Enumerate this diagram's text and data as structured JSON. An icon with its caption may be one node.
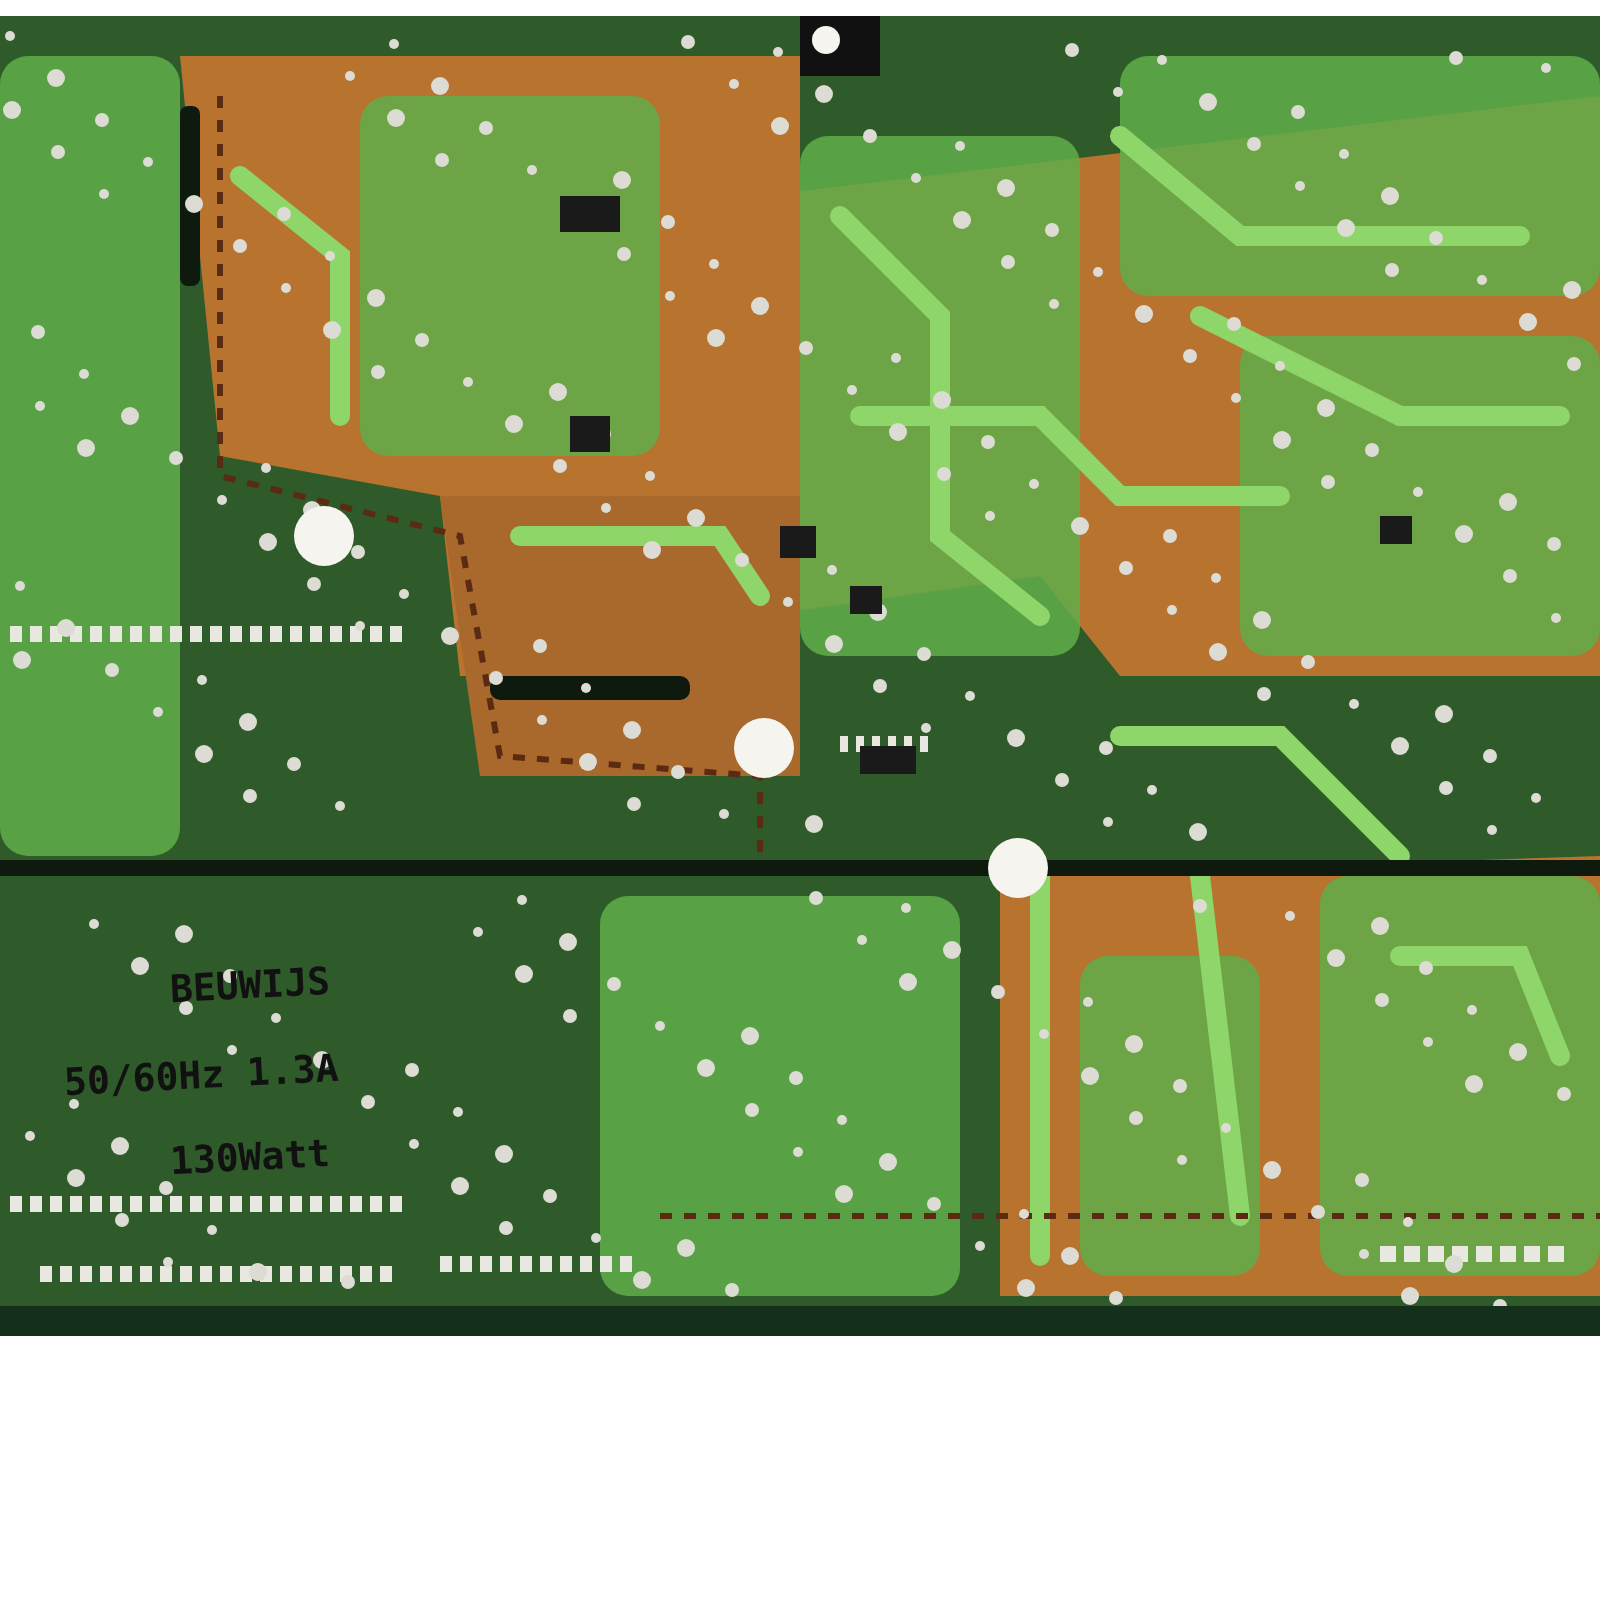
{
  "diagram": {
    "labels": [
      "BEUWIJS",
      "50/60Hz 1.3A",
      "130Watt"
    ]
  }
}
